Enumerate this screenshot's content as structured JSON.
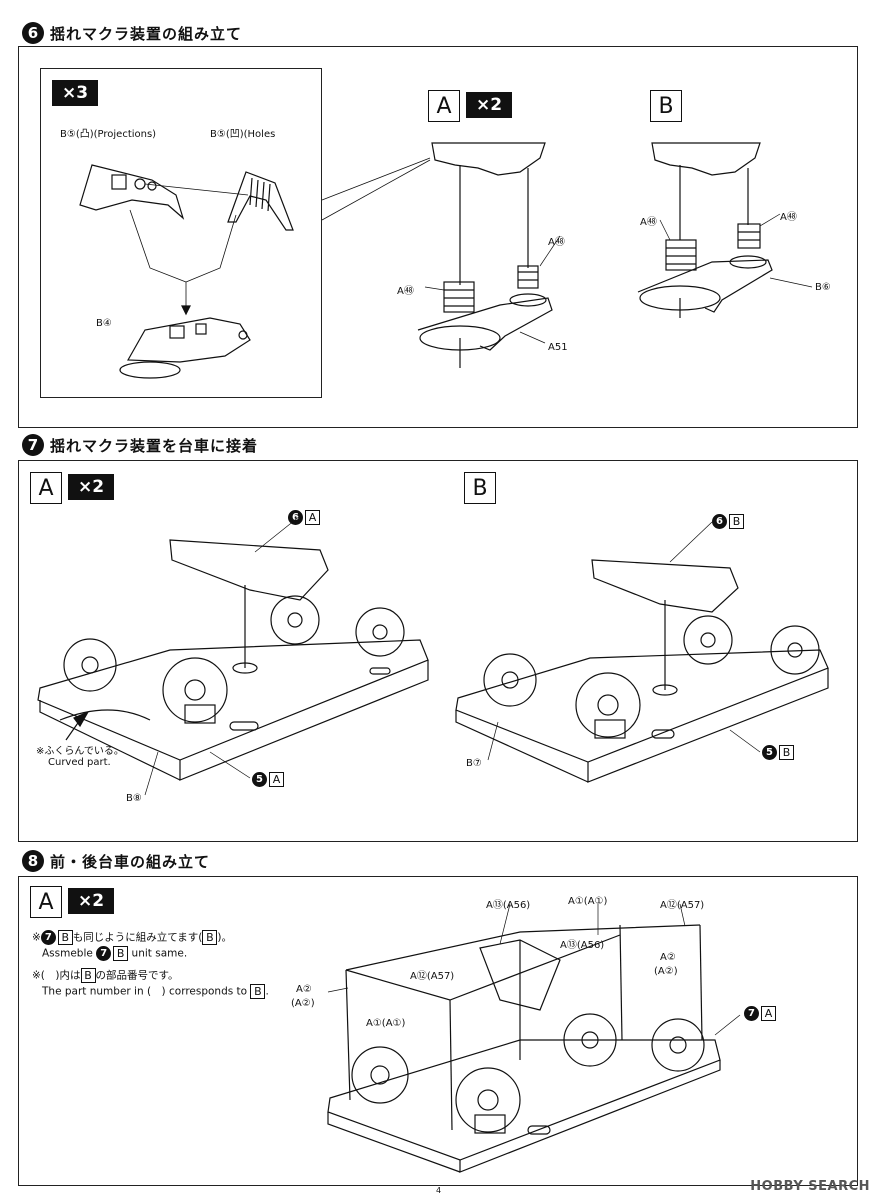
{
  "steps": [
    {
      "num": "6",
      "title": "揺れマクラ装置の組み立て"
    },
    {
      "num": "7",
      "title": "揺れマクラ装置を台車に接着"
    },
    {
      "num": "8",
      "title": "前・後台車の組み立て"
    }
  ],
  "step6": {
    "inset_times": "×3",
    "b5_proj": "B⑤(凸)(Projections)",
    "b5_holes": "B⑤(凹)(Holes",
    "b4": "B④",
    "a_box": "A",
    "a_times": "×2",
    "b_box": "B",
    "a48_left": "A㊽",
    "a48_right": "A㊽",
    "a51": "A51",
    "b_a48_left": "A㊽",
    "b_a48_right": "A㊽",
    "b6": "B⑥"
  },
  "step7": {
    "a_box": "A",
    "a_times": "×2",
    "b_box": "B",
    "six_a": "6",
    "six_a_box": "A",
    "six_b": "6",
    "six_b_box": "B",
    "five_a": "5",
    "five_a_box": "A",
    "five_b": "5",
    "five_b_box": "B",
    "curved_jp": "※ふくらんでいる。",
    "curved_en": "Curved part.",
    "b8": "B⑧",
    "b7": "B⑦"
  },
  "step8": {
    "a_box": "A",
    "a_times": "×2",
    "note1_prefix": "※",
    "note1_num": "7",
    "note1_box": "B",
    "note1_jp_a": "も同じように組み立てます(",
    "note1_jp_box": "B",
    "note1_jp_b": ")。",
    "note1_en_a": "Assmeble",
    "note1_en_num": "7",
    "note1_en_box": "B",
    "note1_en_b": "unit same.",
    "note2_jp_a": "※(　)内は",
    "note2_jp_box": "B",
    "note2_jp_b": "の部品番号です。",
    "note2_en_a": "The part number in (　) corresponds to",
    "note2_en_box": "B",
    "note2_en_b": ".",
    "a13_56": "A⑬(A56)",
    "a1_a1_top": "A①(A①)",
    "a12_57_top": "A⑫(A57)",
    "a13_56_mid": "A⑬(A56)",
    "a12_57_mid": "A⑫(A57)",
    "a2_a2_right": "A②",
    "a2_a2_right2": "(A②)",
    "a2_left": "A②",
    "a2_left2": "(A②)",
    "a1_a1_left": "A①(A①)",
    "seven": "7",
    "seven_box": "A"
  },
  "page_number": "4",
  "watermark": "HOBBY SEARCH"
}
